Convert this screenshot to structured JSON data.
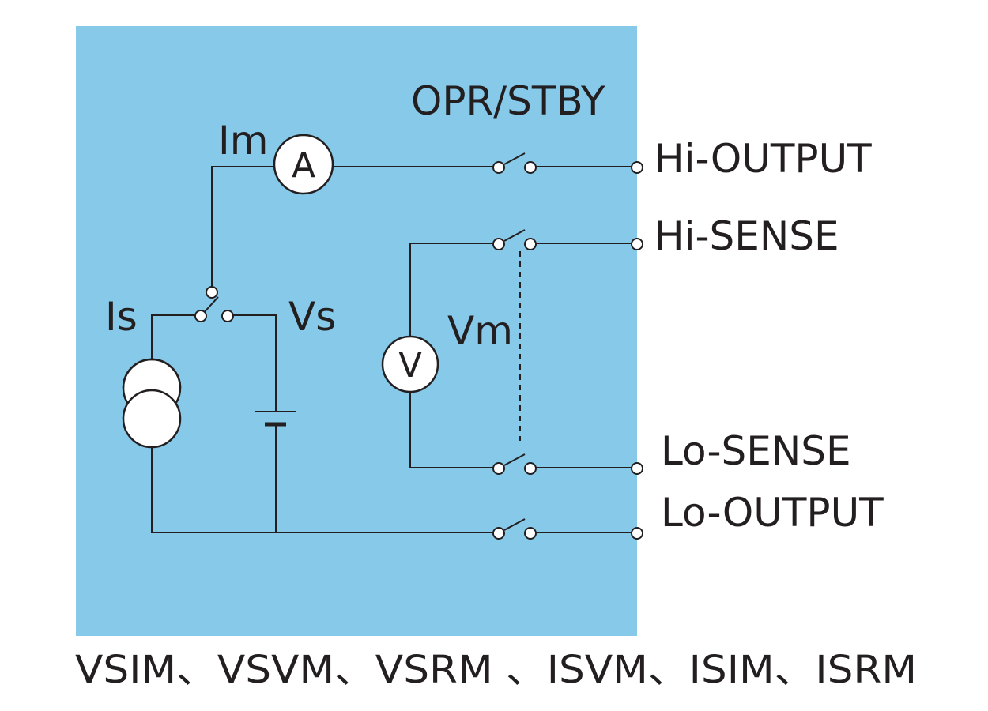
{
  "colors": {
    "panel": "#86c9e8",
    "ink": "#231f20"
  },
  "labels": {
    "opr_stby": "OPR/STBY",
    "im": "Im",
    "is": "Is",
    "vs": "Vs",
    "vm": "Vm",
    "ammeter": "A",
    "voltmeter": "V"
  },
  "terminals": {
    "hi_output": "Hi-OUTPUT",
    "hi_sense": "Hi-SENSE",
    "lo_sense": "Lo-SENSE",
    "lo_output": "Lo-OUTPUT"
  },
  "modes": "VSIM、VSVM、VSRM 、ISVM、ISIM、ISRM"
}
